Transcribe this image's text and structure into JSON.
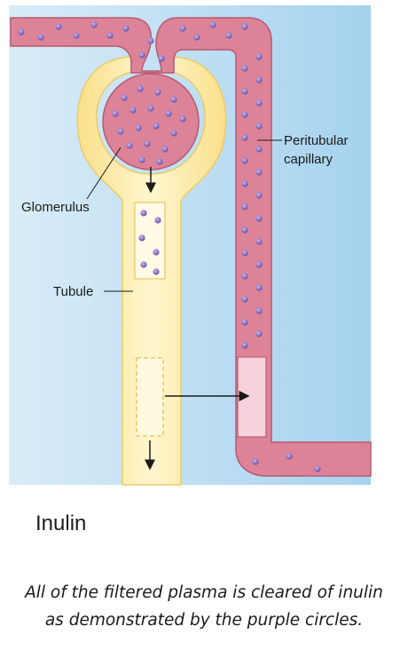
{
  "labels": {
    "glomerulus": "Glomerulus",
    "tubule": "Tubule",
    "peritubular_line1": "Peritubular",
    "peritubular_line2": "capillary"
  },
  "legend": {
    "label": "Inulin",
    "icon": "purple-circle-icon"
  },
  "caption": {
    "line1": "All of the filtered plasma is cleared of inulin",
    "line2": "as demonstrated by the purple circles."
  },
  "colors": {
    "background_blue": "#a8d3ee",
    "capillary_fill": "#dc8296",
    "capillary_edge": "#b45a72",
    "tubule_fill": "#fbe58e",
    "tubule_edge": "#e8c85c",
    "inulin_circle": "#8a72c4"
  }
}
